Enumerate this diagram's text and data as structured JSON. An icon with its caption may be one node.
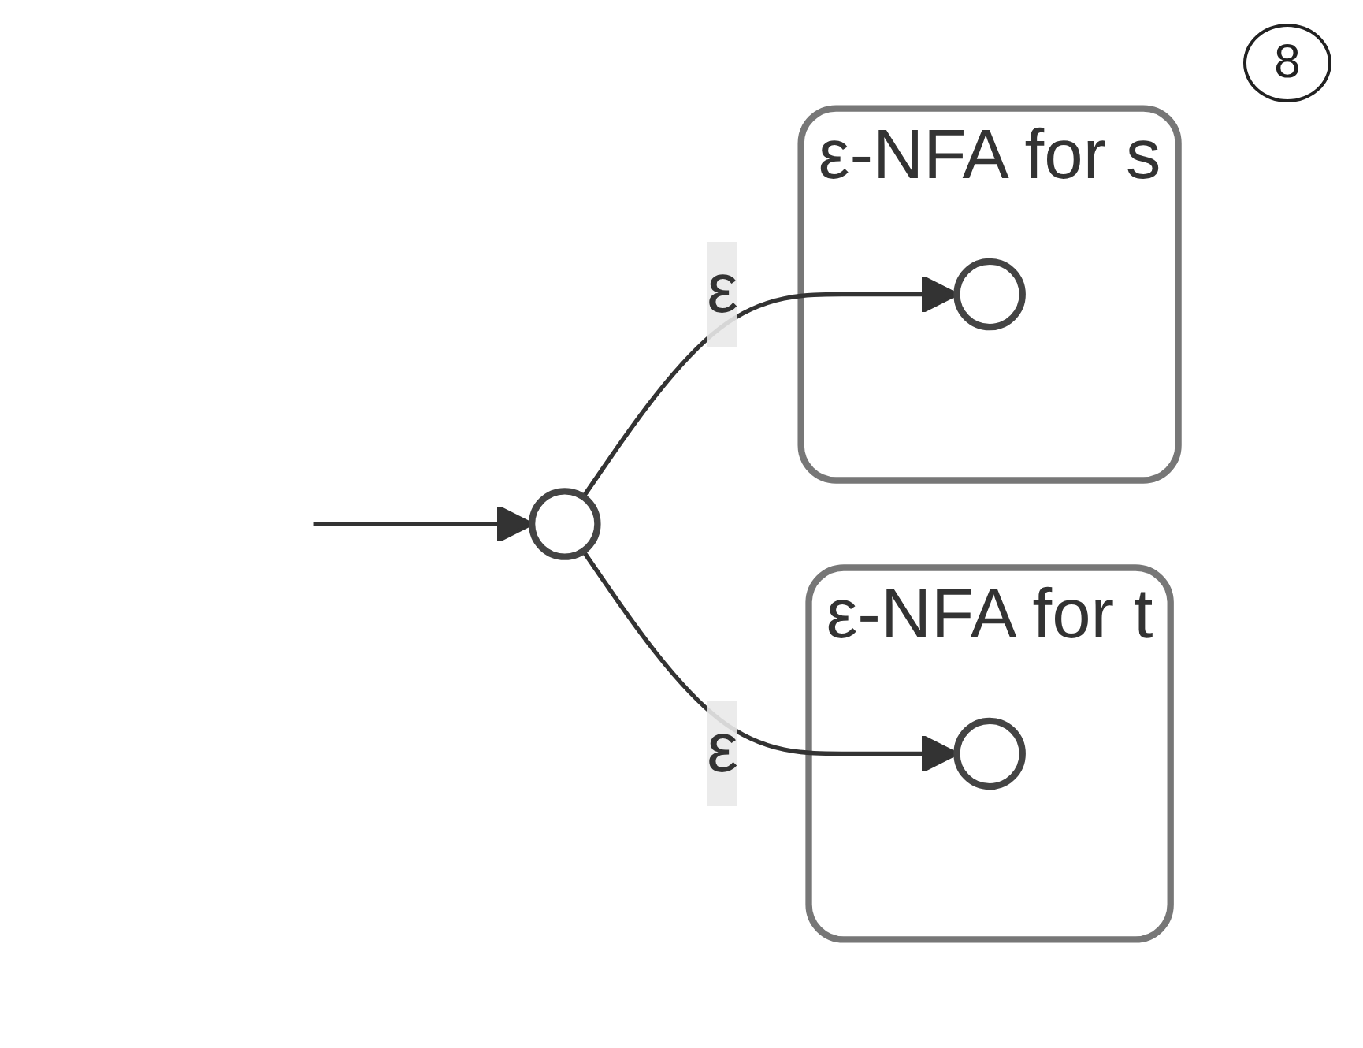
{
  "diagram": {
    "nodes": [
      {
        "text": [
          "ε-NFA for s"
        ]
      },
      {
        "text": [],
        "shape": "circle",
        "in": 0
      },
      {
        "text": [],
        "shape": "circle"
      },
      {
        "text": [
          "ε-NFA for t"
        ]
      },
      {
        "text": [],
        "shape": "circle",
        "in": 3
      }
    ],
    "edges": [
      {
        "from": null,
        "to": 2,
        "arrow": "to"
      },
      {
        "from": 2,
        "to": 1,
        "label": "ε",
        "arrow": "to"
      },
      {
        "from": 2,
        "to": 4,
        "label": "ε",
        "arrow": "to"
      }
    ],
    "labels": [
      "8"
    ]
  }
}
